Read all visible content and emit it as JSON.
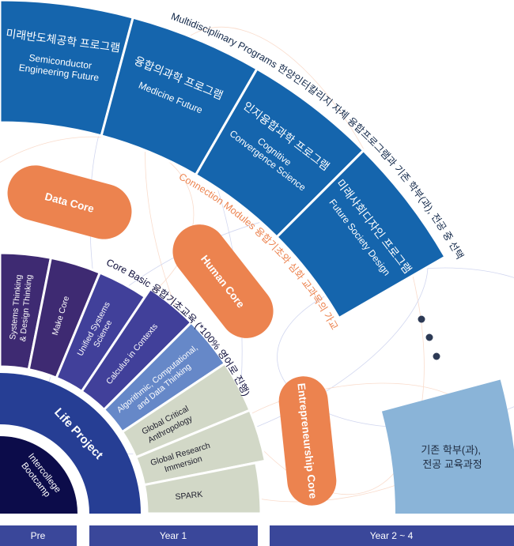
{
  "colors": {
    "program_blue": "#1565ad",
    "core_purple_dark": "#3e2a72",
    "core_purple": "#41409a",
    "core_algorithmic": "#6688c8",
    "core_light": "#d2d8c7",
    "life_project": "#263e94",
    "bootcamp": "#0c0c4a",
    "orange": "#ec834f",
    "existing_major": "#8ab4d8",
    "year_bar": "#3a479a",
    "arc_label_dark": "#0f2547"
  },
  "programs": {
    "arc_label": "Multidisciplinary Programs 한양인터칼리지 자체 융합프로그램과 기존 학부(과), 전공 중 선택",
    "items": [
      {
        "ko": "미래반도체공학 프로그램",
        "en": [
          "Semiconductor",
          "Engineering Future"
        ]
      },
      {
        "ko": "융합의과학 프로그램",
        "en": [
          "Medicine Future"
        ]
      },
      {
        "ko": "인지융합과학 프로그램",
        "en": [
          "Cognitive",
          "Convergence Science"
        ]
      },
      {
        "ko": "미래사회디자인 프로그램",
        "en": [
          "Future Society Design"
        ]
      }
    ]
  },
  "connection_modules": {
    "arc_label": "Connection Modules 융합기초와 심화 교과목의 가교",
    "pills": [
      "Data Core",
      "Human Core",
      "Entrepreneurship Core"
    ]
  },
  "core_basic": {
    "arc_label": "Core Basic 융합기초교육 (*100% 영어로 진행)",
    "segments": [
      [
        "Systems Thinking",
        "& Design Thinking"
      ],
      [
        "Make Core"
      ],
      [
        "Unified Systems",
        "Science"
      ],
      [
        "Calculus in Contexts"
      ],
      [
        "Algorithmic, Computational,",
        "and Data Thinking"
      ],
      [
        "Global Critical",
        "Anthropology"
      ],
      [
        "Global Research",
        "Immersion"
      ],
      [
        "SPARK"
      ]
    ]
  },
  "life_project": "Life Project",
  "bootcamp": [
    "Intercollege",
    "Bootcamp"
  ],
  "existing_major": [
    "기존 학부(과),",
    "전공 교육과정"
  ],
  "timeline": [
    "Pre",
    "Year 1",
    "Year 2 ~ 4"
  ]
}
